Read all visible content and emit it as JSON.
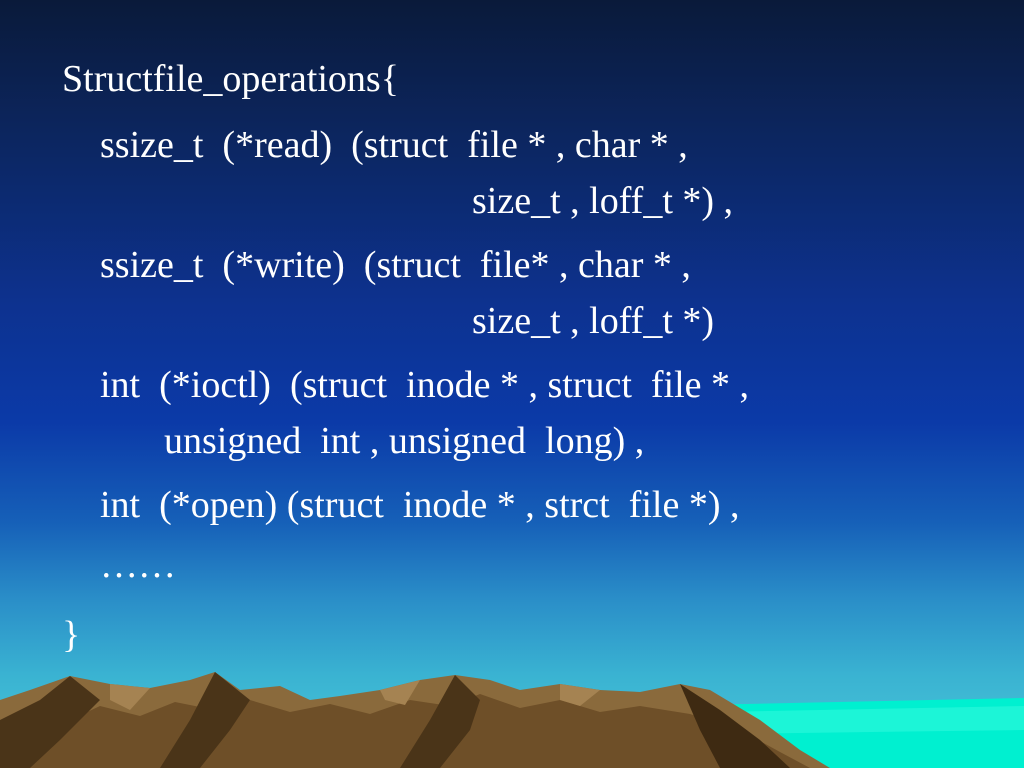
{
  "slide": {
    "lines": [
      "Structfile_operations{",
      "ssize_t  (*read)  (struct  file * , char * ,",
      "size_t , loff_t *) ,",
      "ssize_t  (*write)  (struct  file* , char * ,",
      "size_t , loff_t *)",
      "int  (*ioctl)  (struct  inode * , struct  file * ,",
      "unsigned  int , unsigned  long) ,",
      "int  (*open) (struct  inode * , strct  file *) ,",
      "……",
      "}"
    ]
  },
  "colors": {
    "text": "#ffffff",
    "sky_top": "#0a1a3a",
    "sky_mid": "#0b3aa8",
    "sky_bottom": "#4cc8d8",
    "sea": "#00f0d0",
    "mountain_light": "#8a6a3c",
    "mountain_dark": "#4a3418"
  }
}
